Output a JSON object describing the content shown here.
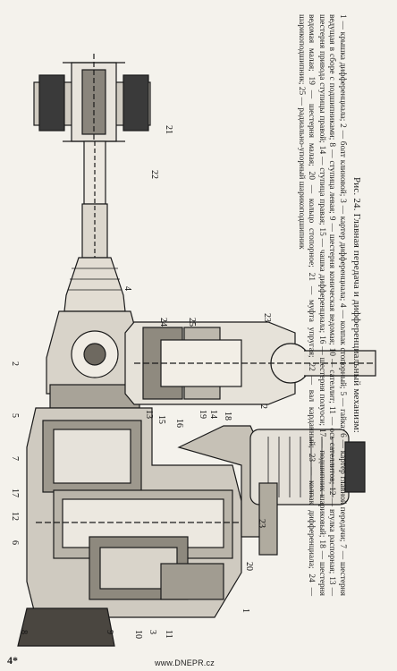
{
  "figure": {
    "callouts": [
      {
        "label": "21"
      },
      {
        "label": "22"
      },
      {
        "label": "4"
      },
      {
        "label": "24"
      },
      {
        "label": "25"
      },
      {
        "label": "23"
      },
      {
        "label": "2"
      },
      {
        "label": "2"
      },
      {
        "label": "5"
      },
      {
        "label": "13"
      },
      {
        "label": "15"
      },
      {
        "label": "16"
      },
      {
        "label": "19"
      },
      {
        "label": "14"
      },
      {
        "label": "18"
      },
      {
        "label": "7"
      },
      {
        "label": "17"
      },
      {
        "label": "12"
      },
      {
        "label": "6"
      },
      {
        "label": "23"
      },
      {
        "label": "20"
      },
      {
        "label": "1"
      },
      {
        "label": "8"
      },
      {
        "label": "9"
      },
      {
        "label": "10"
      },
      {
        "label": "3"
      },
      {
        "label": "11"
      }
    ]
  },
  "caption": {
    "title": "Рис. 24. Главная передача и дифференциальный механизм:",
    "body": "1 — крышка дифференциала; 2 — болт клиновой; 3 — картер дифференциала; 4 — колпак стопорный; 5 — гайка; 6 — картер главной передачи; 7 — шестерня ведущая в сборе с подшипниками; 8 — ступица левая; 9 — шестерня коническая ведомая; 10 — сателлит; 11 — ось сателлитов; 12 — втулка распорная; 13 — шестерня привода ступицы правой; 14 — ступица правая; 15 — чашка дифференциала; 16 — шестерня полуоси; 17 — подшипник шариковый; 18 — шестерня ведомая малая; 19 — шестерня малая; 20 — кольцо стопорное; 21 — муфта упругая; 22 — вал карданный; 23 — колпак дифференциала; 24 — шарикоподшипник; 25 — радиально-упорный шарикоподшипник"
  },
  "footer": {
    "page_number": "4*",
    "site": "www.DNEPR.cz"
  }
}
